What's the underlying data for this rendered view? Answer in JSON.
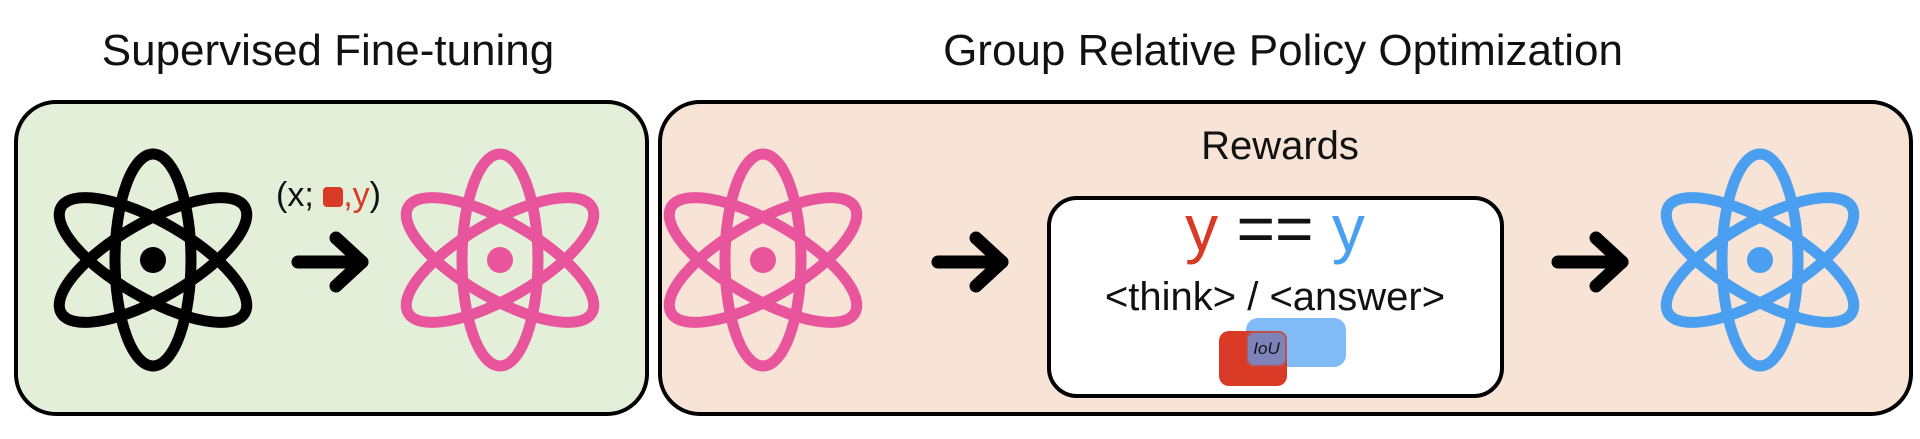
{
  "sft": {
    "title": "Supervised Fine-tuning",
    "input_open": "(x; ",
    "input_label_y": ",y",
    "input_close": ")"
  },
  "grpo": {
    "title": "Group Relative Policy Optimization",
    "rewards_title": "Rewards",
    "pred_y": "y",
    "equals": " == ",
    "gt_y": "y",
    "format_reward": "<think> / <answer>",
    "iou_label": "IoU"
  },
  "colors": {
    "sft_bg": "#e3efd9",
    "grpo_bg": "#f7e4d6",
    "base_model": "#000000",
    "sft_model": "#e8559c",
    "grpo_model": "#4a9ff0",
    "prediction": "#d93a26",
    "ground_truth": "#4a9ff0"
  }
}
